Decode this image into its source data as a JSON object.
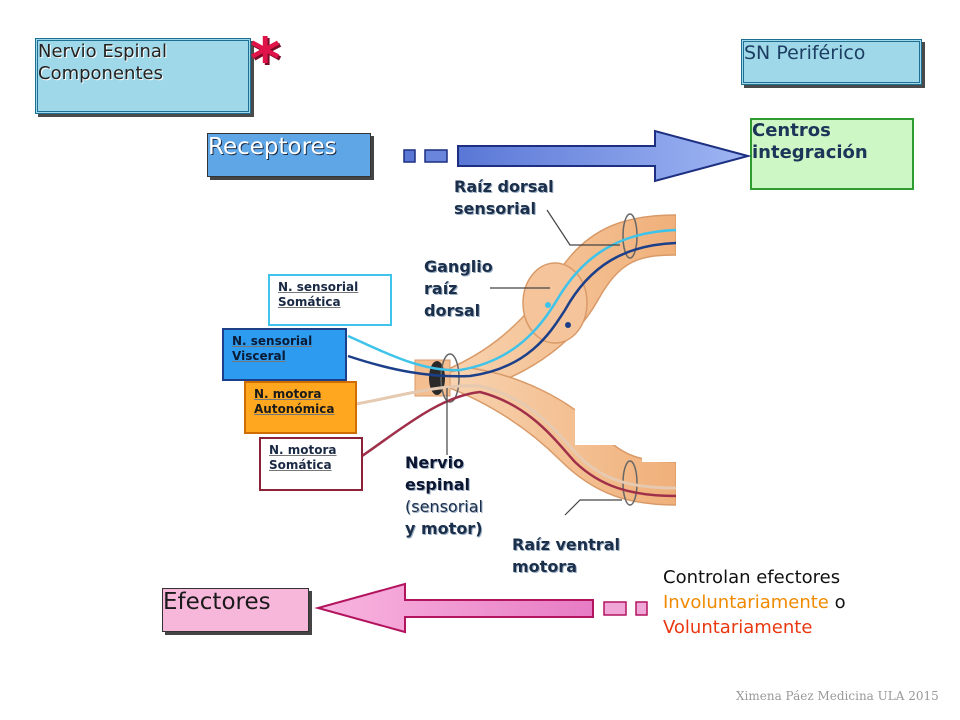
{
  "title": {
    "line1": "Nervio Espinal",
    "line2": "Componentes"
  },
  "asterisk": "*",
  "sn_periferico": "SN Periférico",
  "receptores": "Receptores",
  "centros": {
    "line1": "Centros",
    "line2": "integración"
  },
  "efectores": "Efectores",
  "labels": {
    "raiz_dorsal": [
      "Raíz dorsal",
      "sensorial"
    ],
    "ganglio": [
      "Ganglio",
      "raíz",
      "dorsal"
    ],
    "nervio_espinal": [
      "Nervio",
      "espinal",
      "(sensorial",
      "y motor)"
    ],
    "raiz_ventral": [
      "Raíz ventral",
      "motora"
    ]
  },
  "neurons": [
    {
      "line1": "N. sensorial",
      "line2": "Somática"
    },
    {
      "line1": "N. sensorial",
      "line2": "Visceral"
    },
    {
      "line1": "N. motora",
      "line2": "Autonómica"
    },
    {
      "line1": "N. motora",
      "line2": "Somática"
    }
  ],
  "control": {
    "line1": "Controlan efectores",
    "involuntario": "Involuntariamente",
    "o": " o",
    "voluntario": "Voluntariamente"
  },
  "credit": "Ximena Páez Medicina ULA 2015",
  "colors": {
    "sensory_somatic": "#3ec3ea",
    "sensory_visceral": "#1c3f8a",
    "motor_autonomic": "#f28c1d",
    "motor_somatic": "#a0304a",
    "asterisk": "#e1144a"
  }
}
